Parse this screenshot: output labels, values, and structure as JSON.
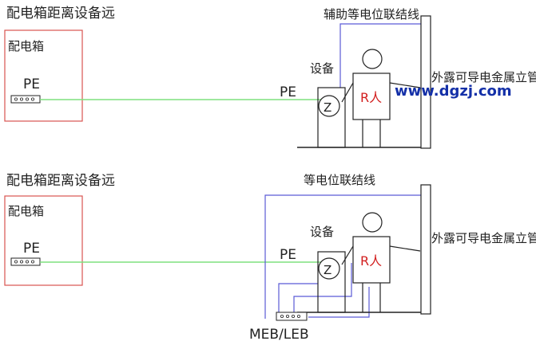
{
  "top": {
    "note": "配电箱距离设备远",
    "box_label": "配电箱",
    "pe_box": "PE",
    "pe_wire": "PE",
    "bond_label": "辅助等电位联结线",
    "equipment": "设备",
    "person": "R人",
    "pipe": "外露可导电金属立管"
  },
  "bottom": {
    "note": "配电箱距离设备远",
    "box_label": "配电箱",
    "pe_box": "PE",
    "pe_wire": "PE",
    "bond_label": "等电位联结线",
    "equipment": "设备",
    "person": "R人",
    "pipe": "外露可导电金属立管",
    "meb": "MEB/LEB"
  },
  "watermark": "www.dgzj.com",
  "colors": {
    "box_outline": "#d9534f",
    "pe_line": "#7ee07e",
    "bond_line": "#5a5ad6",
    "ink": "#222222",
    "watermark": "#1430a8"
  }
}
